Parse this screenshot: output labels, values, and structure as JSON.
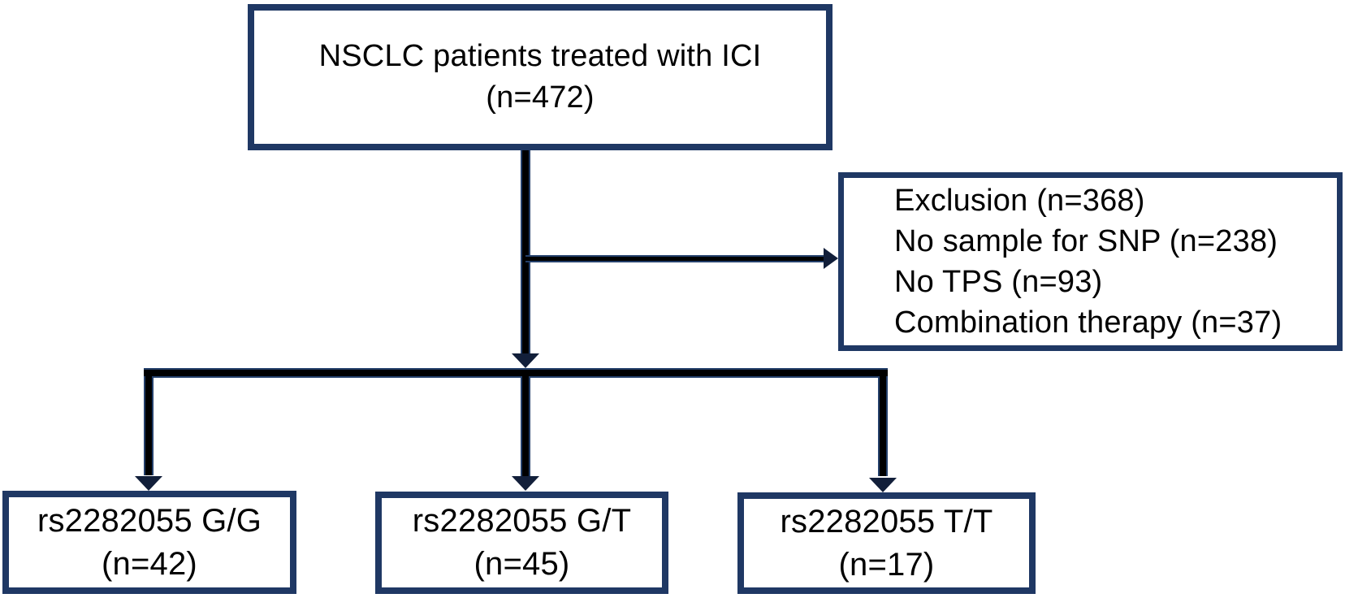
{
  "diagram": {
    "kind": "patient-flowchart",
    "colors": {
      "box_border": "#1f3864",
      "connector_core": "#000000",
      "connector_fringe": "#24406b",
      "arrowhead": "#121f3a",
      "text": "#000000",
      "background": "#ffffff"
    },
    "nodes": {
      "top": {
        "id": "nsclc-ici",
        "lines": [
          "NSCLC patients treated with ICI",
          "(n=472)"
        ]
      },
      "exclusion": {
        "id": "exclusion",
        "lines": [
          "Exclusion (n=368)",
          "No sample for SNP (n=238)",
          "No TPS (n=93)",
          "Combination therapy (n=37)"
        ]
      },
      "gg": {
        "id": "rs2282055-gg",
        "lines": [
          "rs2282055 G/G",
          "(n=42)"
        ]
      },
      "gt": {
        "id": "rs2282055-gt",
        "lines": [
          "rs2282055 G/T",
          "(n=45)"
        ]
      },
      "tt": {
        "id": "rs2282055-tt",
        "lines": [
          "rs2282055 T/T",
          "(n=17)"
        ]
      }
    },
    "edges": [
      {
        "from": "nsclc-ici",
        "to": "exclusion"
      },
      {
        "from": "nsclc-ici",
        "to": "rs2282055-gg"
      },
      {
        "from": "nsclc-ici",
        "to": "rs2282055-gt"
      },
      {
        "from": "nsclc-ici",
        "to": "rs2282055-tt"
      }
    ]
  }
}
